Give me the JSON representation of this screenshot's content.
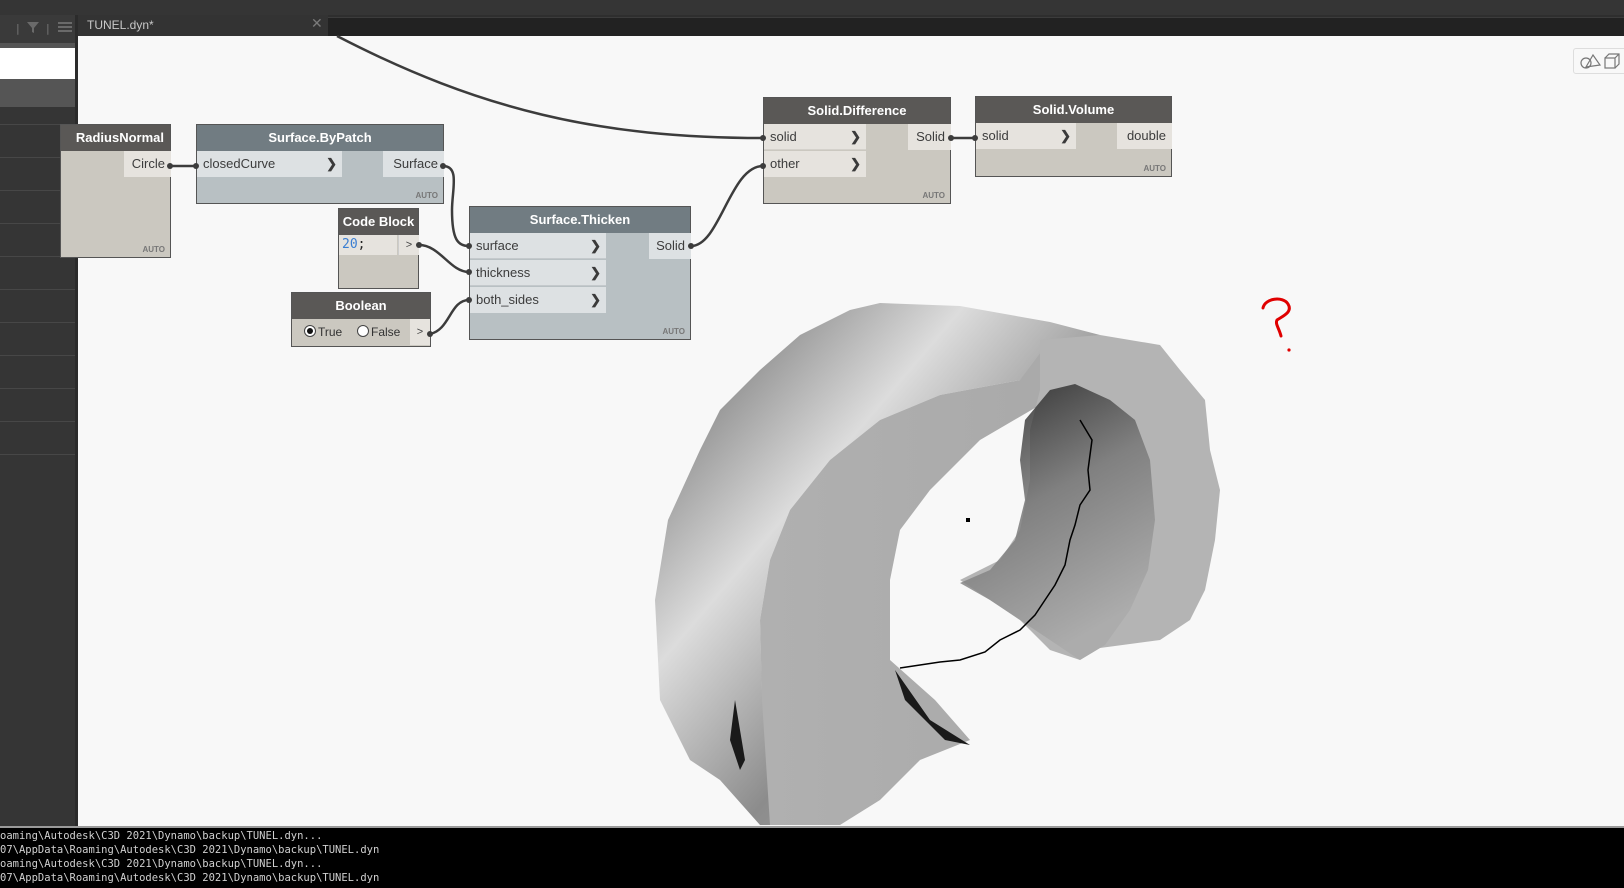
{
  "window": {
    "tab_title": "TUNEL.dyn*",
    "tab_close_glyph": "✕"
  },
  "sidebar": {
    "tools": [
      "|",
      "filter-icon",
      "|",
      "list-view-icon"
    ],
    "search": {
      "value": "",
      "placeholder": ""
    },
    "items": [
      "",
      "",
      "",
      "",
      "",
      "",
      "",
      "",
      "",
      "",
      ""
    ]
  },
  "canvas": {
    "view_toggle": {
      "icons": [
        "geometry-view-icon",
        "3d-cube-icon"
      ]
    },
    "annotation": "?",
    "annotation_color": "#e00000",
    "nodes": {
      "radius_normal": {
        "title": "RadiusNormal",
        "outputs": [
          "Circle"
        ],
        "lacing": "AUTO"
      },
      "surface_bypatch": {
        "title": "Surface.ByPatch",
        "inputs": [
          "closedCurve"
        ],
        "outputs": [
          "Surface"
        ],
        "lacing": "AUTO"
      },
      "code_block": {
        "title": "Code Block",
        "code_number": "20",
        "code_suffix": ";",
        "output_glyph": ">"
      },
      "boolean": {
        "title": "Boolean",
        "options": [
          "True",
          "False"
        ],
        "selected": "True",
        "output_glyph": ">"
      },
      "surface_thicken": {
        "title": "Surface.Thicken",
        "inputs": [
          "surface",
          "thickness",
          "both_sides"
        ],
        "outputs": [
          "Solid"
        ],
        "lacing": "AUTO"
      },
      "solid_difference": {
        "title": "Solid.Difference",
        "inputs": [
          "solid",
          "other"
        ],
        "outputs": [
          "Solid"
        ],
        "lacing": "AUTO"
      },
      "solid_volume": {
        "title": "Solid.Volume",
        "inputs": [
          "solid"
        ],
        "outputs": [
          "double"
        ],
        "lacing": "AUTO"
      }
    }
  },
  "console": {
    "lines": [
      "oaming\\Autodesk\\C3D 2021\\Dynamo\\backup\\TUNEL.dyn...",
      "07\\AppData\\Roaming\\Autodesk\\C3D 2021\\Dynamo\\backup\\TUNEL.dyn",
      "oaming\\Autodesk\\C3D 2021\\Dynamo\\backup\\TUNEL.dyn...",
      "07\\AppData\\Roaming\\Autodesk\\C3D 2021\\Dynamo\\backup\\TUNEL.dyn"
    ]
  }
}
